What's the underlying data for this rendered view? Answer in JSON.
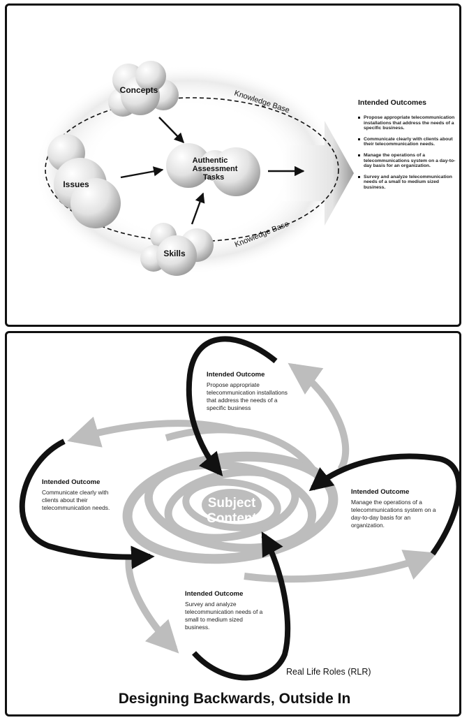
{
  "top_diagram": {
    "bubbles": {
      "concepts": "Concepts",
      "issues": "Issues",
      "skills": "Skills",
      "center_line1": "Authentic",
      "center_line2": "Assessment",
      "center_line3": "Tasks"
    },
    "knowledge_base_top": "Knowledge Base",
    "knowledge_base_bottom": "Knowledge Base",
    "outcomes_title": "Intended Outcomes",
    "outcomes": [
      "Propose appropriate telecommunication installations that address the needs of a specific business.",
      "Communicate clearly with clients about their telecommunication needs.",
      "Manage the operations of a telecommunications system on a day-to-day basis for an organization.",
      "Survey and analyze telecommunication needs of a small to medium sized business."
    ]
  },
  "bottom_diagram": {
    "center_line1": "Subject",
    "center_line2": "Content",
    "outcomes": [
      {
        "heading": "Intended Outcome",
        "text": "Propose appropriate telecommunication installations that address the needs of a specific business"
      },
      {
        "heading": "Intended Outcome",
        "text": "Communicate clearly with clients about their telecommunication needs."
      },
      {
        "heading": "Intended Outcome",
        "text": "Manage the operations of a telecommunications system on a day-to-day basis for an organization."
      },
      {
        "heading": "Intended Outcome",
        "text": "Survey and analyze telecommunication needs of a small to medium sized business."
      }
    ],
    "real_life_roles": "Real Life Roles (RLR)"
  },
  "footer_title": "Designing Backwards, Outside In",
  "colors": {
    "border": "#111111",
    "bubble": "#d9d9d9",
    "spiral": "#bdbdbd",
    "arrow_dark": "#111111",
    "arrow_light": "#bdbdbd"
  }
}
